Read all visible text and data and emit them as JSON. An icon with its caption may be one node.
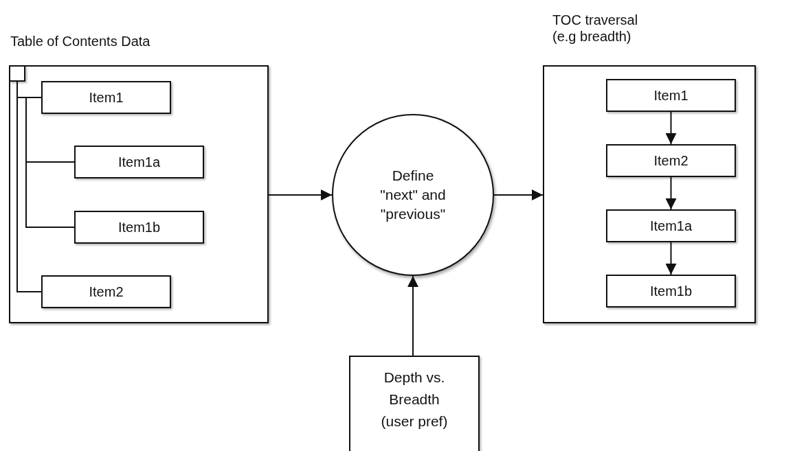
{
  "diagram": {
    "nodes": [
      {
        "text": [
          "Table of Contents Data"
        ]
      },
      {
        "text": [],
        "shape": "box",
        "in": 0
      },
      {
        "text": [
          "Item1"
        ],
        "in": 0
      },
      {
        "text": [
          "Item1a"
        ],
        "in": 0
      },
      {
        "text": [
          "Item1b"
        ],
        "in": 0
      },
      {
        "text": [
          "Item2"
        ],
        "in": 0
      },
      {
        "text": [
          "Define \"next\" and \"previous\""
        ]
      },
      {
        "text": [
          "TOC traversal (e.g breadth)"
        ]
      },
      {
        "text": [
          "Item1"
        ],
        "in": 7
      },
      {
        "text": [
          "Item2"
        ],
        "in": 7
      },
      {
        "text": [
          "Item1a"
        ],
        "in": 7
      },
      {
        "text": [
          "Item1b"
        ],
        "in": 7
      },
      {
        "text": [
          "Depth vs. Breadth (user pref)"
        ]
      }
    ],
    "edges": [
      {
        "from": 1,
        "to": 2,
        "arrow": "none"
      },
      {
        "from": 1,
        "to": 5,
        "arrow": "none"
      },
      {
        "from": 2,
        "to": 3,
        "arrow": "none"
      },
      {
        "from": 2,
        "to": 4,
        "arrow": "none"
      },
      {
        "from": 0,
        "to": 6,
        "arrow": "to"
      },
      {
        "from": 6,
        "to": 7,
        "arrow": "to"
      },
      {
        "from": 8,
        "to": 9,
        "arrow": "to"
      },
      {
        "from": 9,
        "to": 10,
        "arrow": "to"
      },
      {
        "from": 10,
        "to": 11,
        "arrow": "to"
      },
      {
        "from": 12,
        "to": 6,
        "arrow": "to"
      }
    ]
  }
}
